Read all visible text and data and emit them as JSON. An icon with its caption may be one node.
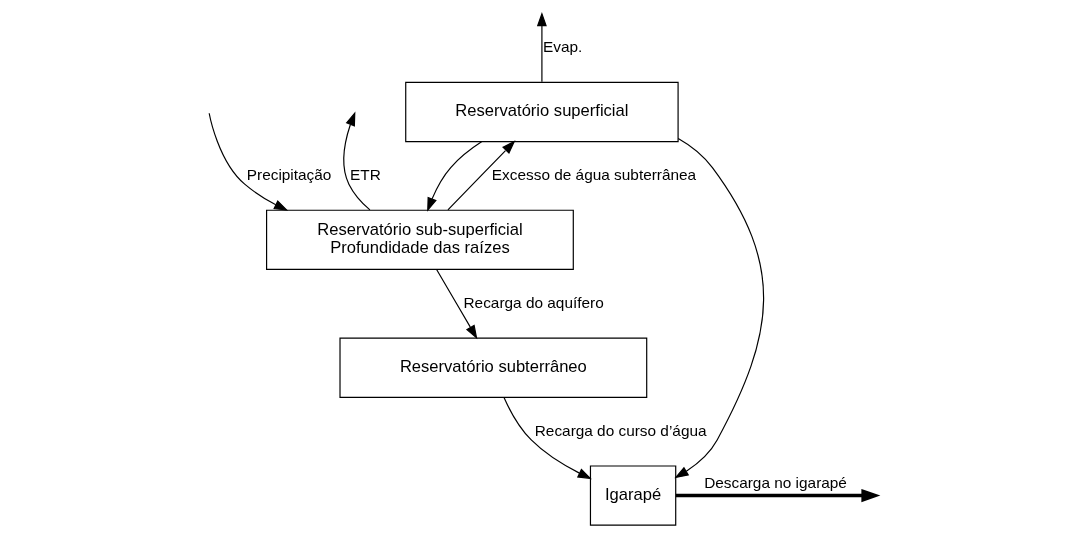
{
  "diagram": {
    "nodes": [
      {
        "text": [
          "Reservatório superficial"
        ]
      },
      {
        "text": [
          "Reservatório sub-superficial",
          "Profundidade das raízes"
        ]
      },
      {
        "text": [
          "Reservatório subterrâneo"
        ]
      },
      {
        "text": [
          "Igarapé"
        ]
      }
    ],
    "edges": [
      {
        "from": null,
        "to": 1,
        "arrow": "to",
        "label": "Precipitação"
      },
      {
        "from": 1,
        "to": null,
        "arrow": "to",
        "label": "ETR"
      },
      {
        "from": 0,
        "to": null,
        "arrow": "to",
        "label": "Evap."
      },
      {
        "from": 0,
        "to": 3,
        "arrow": "to"
      },
      {
        "from": 0,
        "to": 1,
        "arrow": "to"
      },
      {
        "from": 1,
        "to": 0,
        "arrow": "to",
        "label": "Excesso de água subterrânea"
      },
      {
        "from": 1,
        "to": 2,
        "arrow": "to",
        "label": "Recarga do aquífero"
      },
      {
        "from": 2,
        "to": 3,
        "arrow": "to",
        "label": "Recarga do curso d’água"
      },
      {
        "from": 3,
        "to": null,
        "arrow": "to",
        "style": "thick",
        "label": "Descarga no igarapé"
      }
    ]
  }
}
